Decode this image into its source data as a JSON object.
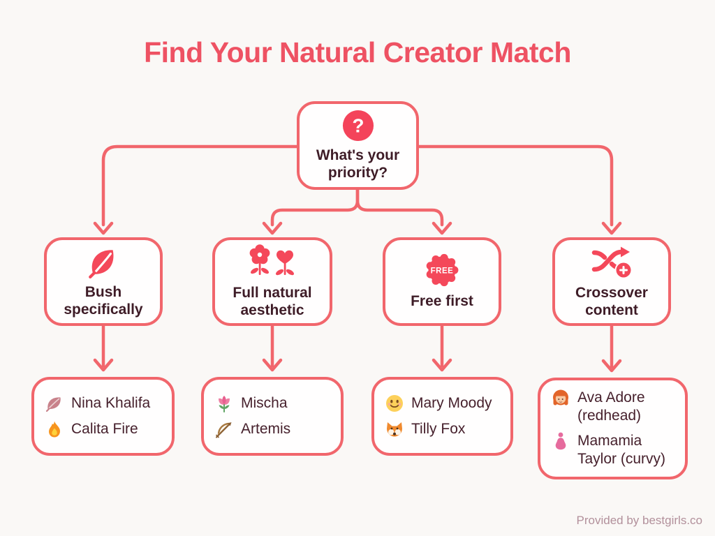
{
  "page": {
    "title": "Find Your Natural Creator Match",
    "footer": "Provided by bestgirls.co"
  },
  "colors": {
    "background": "#faf8f6",
    "line_and_border": "#f1666c",
    "icon_fill": "#f4485a",
    "title_text": "#ee5263",
    "heading_text": "#3e1c27",
    "body_text": "#451f2b",
    "footer_text": "#b2909b"
  },
  "root": {
    "icon": "question-mark-icon",
    "icon_glyph": "?",
    "label": "What's your priority?"
  },
  "branches": [
    {
      "icon": "leaf-icon",
      "label": "Bush specifically",
      "creators": [
        {
          "icon": "leaf-emoji-icon",
          "name": "Nina Khalifa"
        },
        {
          "icon": "fire-emoji-icon",
          "name": "Calita Fire"
        }
      ]
    },
    {
      "icon": "flower-heart-icon",
      "label": "Full natural aesthetic",
      "creators": [
        {
          "icon": "tulip-emoji-icon",
          "name": "Mischa"
        },
        {
          "icon": "bow-arrow-emoji-icon",
          "name": "Artemis"
        }
      ]
    },
    {
      "icon": "free-badge-icon",
      "badge_text": "FREE",
      "label": "Free first",
      "creators": [
        {
          "icon": "smiley-emoji-icon",
          "name": "Mary Moody"
        },
        {
          "icon": "fox-emoji-icon",
          "name": "Tilly Fox"
        }
      ]
    },
    {
      "icon": "shuffle-plus-icon",
      "label": "Crossover content",
      "creators": [
        {
          "icon": "redhead-woman-emoji-icon",
          "name": "Ava Adore (redhead)"
        },
        {
          "icon": "curvy-woman-icon",
          "name": "Mamamia Taylor (curvy)"
        }
      ]
    }
  ]
}
